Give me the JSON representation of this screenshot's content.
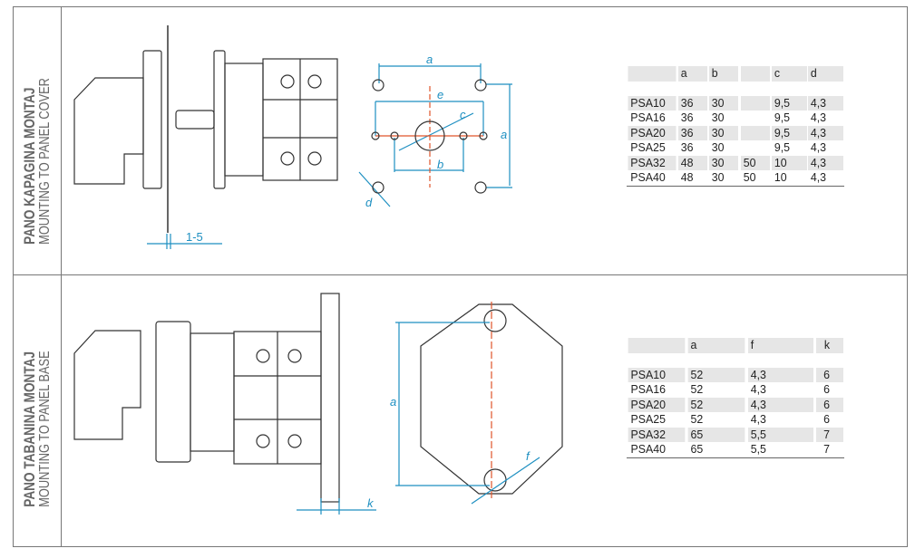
{
  "sections": [
    {
      "title": "PANO KAPAGINA MONTAJ",
      "subtitle": "MOUNTING TO PANEL COVER",
      "dimension_label": "1-5",
      "drawing_labels": [
        "a",
        "e",
        "c",
        "a",
        "b",
        "d"
      ],
      "table": {
        "headers": [
          "",
          "a",
          "b",
          "",
          "c",
          "d"
        ],
        "rows": [
          [
            "PSA10",
            "36",
            "30",
            "",
            "9,5",
            "4,3"
          ],
          [
            "PSA16",
            "36",
            "30",
            "",
            "9,5",
            "4,3"
          ],
          [
            "PSA20",
            "36",
            "30",
            "",
            "9,5",
            "4,3"
          ],
          [
            "PSA25",
            "36",
            "30",
            "",
            "9,5",
            "4,3"
          ],
          [
            "PSA32",
            "48",
            "30",
            "50",
            "10",
            "4,3"
          ],
          [
            "PSA40",
            "48",
            "30",
            "50",
            "10",
            "4,3"
          ]
        ]
      }
    },
    {
      "title": "PANO TABANINA MONTAJ",
      "subtitle": "MOUNTING TO PANEL BASE",
      "dimension_label": "k",
      "drawing_labels": [
        "a",
        "f"
      ],
      "table": {
        "headers": [
          "",
          "a",
          "f",
          "k"
        ],
        "rows": [
          [
            "PSA10",
            "52",
            "4,3",
            "6"
          ],
          [
            "PSA16",
            "52",
            "4,3",
            "6"
          ],
          [
            "PSA20",
            "52",
            "4,3",
            "6"
          ],
          [
            "PSA25",
            "52",
            "4,3",
            "6"
          ],
          [
            "PSA32",
            "65",
            "5,5",
            "7"
          ],
          [
            "PSA40",
            "65",
            "5,5",
            "7"
          ]
        ]
      }
    }
  ],
  "colors": {
    "dimension": "#1d8fc1",
    "centerline": "#e0542a",
    "line": "#333333"
  }
}
